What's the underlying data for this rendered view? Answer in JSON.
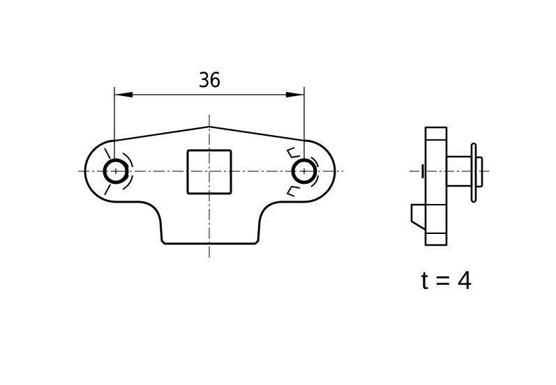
{
  "drawing": {
    "front_view": {
      "dimension_label": "36",
      "dimension_description": "hole center distance"
    },
    "side_view": {
      "thickness_label": "t = 4"
    },
    "colors": {
      "line": "#000000",
      "background": "#ffffff"
    }
  }
}
